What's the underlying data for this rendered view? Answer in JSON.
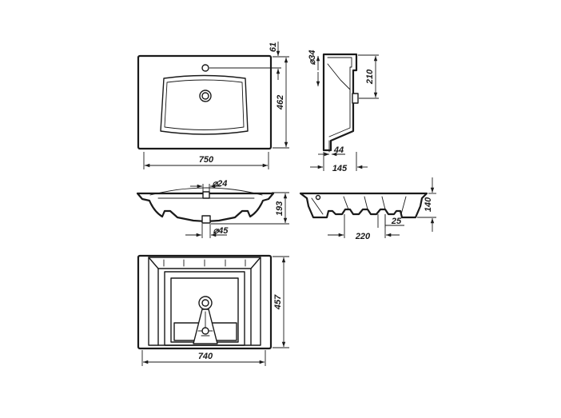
{
  "dimensions": {
    "top_view": {
      "width": "750",
      "depth": "462",
      "tap_offset": "61"
    },
    "side_view": {
      "tap_hole": "⌀34",
      "height": "210",
      "rim": "44",
      "thickness": "145"
    },
    "front_view": {
      "tap_hole": "⌀24",
      "height": "193",
      "drain": "⌀45"
    },
    "section_view": {
      "height": "140",
      "spacing": "220",
      "rib": "25"
    },
    "bottom_view": {
      "width": "740",
      "depth": "457"
    }
  },
  "colors": {
    "line": "#1a1a1a",
    "background": "#ffffff"
  }
}
